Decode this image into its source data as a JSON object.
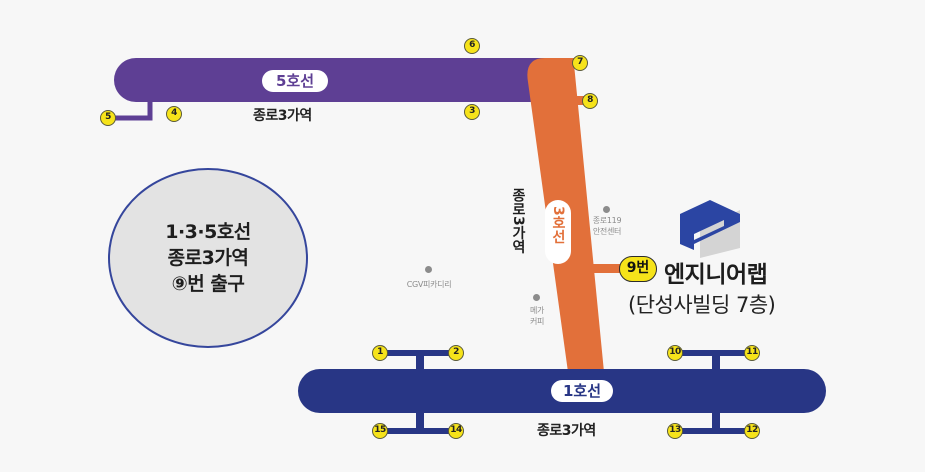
{
  "colors": {
    "background": "#f7f7f7",
    "line5": "#5e3f94",
    "line3": "#e2703a",
    "line1": "#283685",
    "exit_badge": "#f6e31a",
    "logo_blue": "#2b45a3",
    "logo_gray": "#d4d4d4"
  },
  "lines": {
    "line5": {
      "label": "5호선",
      "station": "종로3가역"
    },
    "line3": {
      "label": "3호선",
      "station": "종로3가역"
    },
    "line1": {
      "label": "1호선",
      "station": "종로3가역"
    }
  },
  "exits": {
    "line5": [
      "5",
      "4",
      "6",
      "3"
    ],
    "line3": [
      "7",
      "8"
    ],
    "line1_left": [
      "1",
      "2",
      "15",
      "14"
    ],
    "line1_right": [
      "10",
      "11",
      "13",
      "12"
    ]
  },
  "landmarks": [
    {
      "name": "종로119\n안전센터",
      "line1": "종로119",
      "line2": "안전센터"
    },
    {
      "name": "CGV피카디리",
      "line1": "CGV피카디리"
    },
    {
      "name": "메가커피",
      "line1": "메가",
      "line2": "커피"
    }
  ],
  "info_circle": {
    "line1": "1·3·5호선",
    "line2": "종로3가역",
    "line3": "⑨번 출구"
  },
  "destination": {
    "exit_badge": "9번",
    "name": "엔지니어랩",
    "sub": "(단성사빌딩 7층)"
  }
}
